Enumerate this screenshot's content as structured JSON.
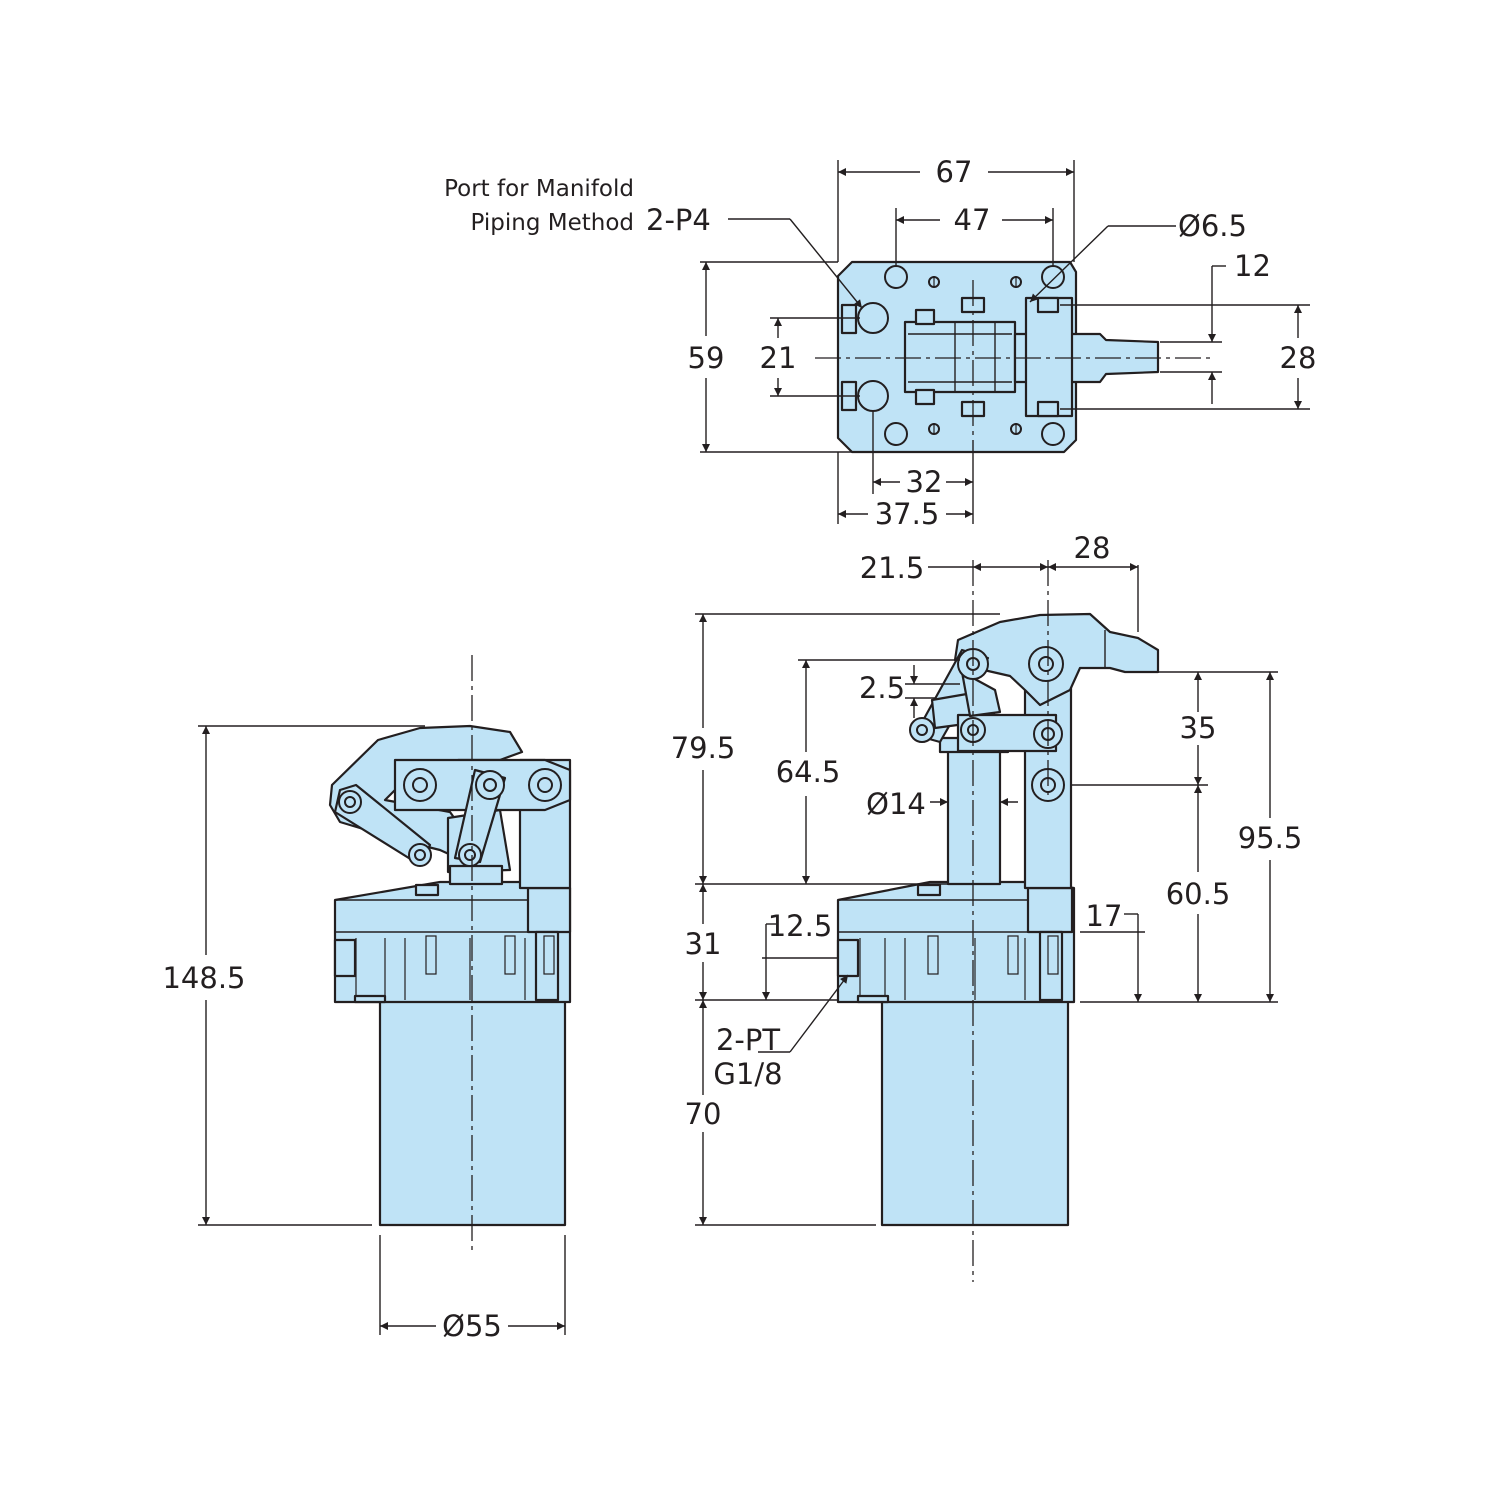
{
  "drawing": {
    "top_view": {
      "note_line1": "Port for Manifold",
      "note_line2": "Piping Method",
      "port_label": "2-P4",
      "dim_67": "67",
      "dim_47": "47",
      "dim_hole": "Ø6.5",
      "dim_12": "12",
      "dim_59": "59",
      "dim_21": "21",
      "dim_28": "28",
      "dim_32": "32",
      "dim_37_5": "37.5"
    },
    "side_view": {
      "dim_148_5": "148.5",
      "dim_d55": "Ø55"
    },
    "front_view": {
      "dim_21_5": "21.5",
      "dim_28": "28",
      "dim_2_5": "2.5",
      "dim_79_5": "79.5",
      "dim_64_5": "64.5",
      "dim_d14": "Ø14",
      "dim_35": "35",
      "dim_95_5": "95.5",
      "dim_60_5": "60.5",
      "dim_31": "31",
      "dim_12_5": "12.5",
      "dim_17": "17",
      "port_line1": "2-PT",
      "port_line2": "G1/8",
      "dim_70": "70"
    }
  },
  "colors": {
    "part_fill": "#bfe3f6",
    "line": "#231f20"
  }
}
